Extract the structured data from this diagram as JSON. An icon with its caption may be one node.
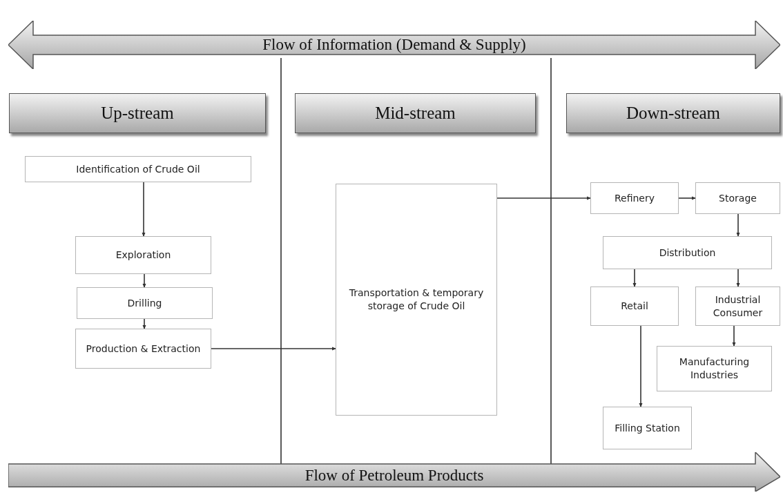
{
  "diagram": {
    "nodes": [
      {
        "text": [
          "Flow of Information (Demand & Supply)"
        ]
      },
      {
        "text": [
          "Up-stream"
        ]
      },
      {
        "text": [
          "Mid-stream"
        ]
      },
      {
        "text": [
          "Down-stream"
        ]
      },
      {
        "text": [
          "Identification of Crude Oil"
        ]
      },
      {
        "text": [
          "Exploration"
        ]
      },
      {
        "text": [
          "Drilling"
        ]
      },
      {
        "text": [
          "Production & Extraction"
        ]
      },
      {
        "text": [
          "Transportation & temporary storage of Crude Oil"
        ]
      },
      {
        "text": [
          "Refinery"
        ]
      },
      {
        "text": [
          "Storage"
        ]
      },
      {
        "text": [
          "Distribution"
        ]
      },
      {
        "text": [
          "Retail"
        ]
      },
      {
        "text": [
          "Industrial Consumer"
        ]
      },
      {
        "text": [
          "Manufacturing Industries"
        ]
      },
      {
        "text": [
          "Filling Station"
        ]
      },
      {
        "text": [
          "Flow of Petroleum Products"
        ]
      }
    ],
    "edges": [
      {
        "from": 4,
        "to": 5,
        "arrow": "to"
      },
      {
        "from": 5,
        "to": 6,
        "arrow": "to"
      },
      {
        "from": 6,
        "to": 7,
        "arrow": "to"
      },
      {
        "from": 7,
        "to": 8,
        "arrow": "to"
      },
      {
        "from": 8,
        "to": 9,
        "arrow": "to"
      },
      {
        "from": 9,
        "to": 10,
        "arrow": "to"
      },
      {
        "from": 10,
        "to": 11,
        "arrow": "to"
      },
      {
        "from": 11,
        "to": 12,
        "arrow": "to"
      },
      {
        "from": 11,
        "to": 13,
        "arrow": "to"
      },
      {
        "from": 13,
        "to": 14,
        "arrow": "to"
      },
      {
        "from": 12,
        "to": 15,
        "arrow": "to"
      }
    ]
  }
}
